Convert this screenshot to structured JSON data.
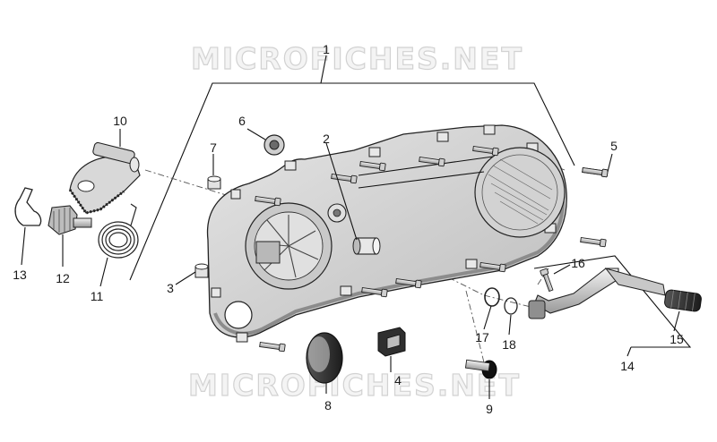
{
  "watermark": {
    "text": "MICROFICHES.NET"
  },
  "callouts": [
    {
      "id": "1",
      "label": "1"
    },
    {
      "id": "2",
      "label": "2"
    },
    {
      "id": "3",
      "label": "3"
    },
    {
      "id": "4",
      "label": "4"
    },
    {
      "id": "5",
      "label": "5"
    },
    {
      "id": "6",
      "label": "6"
    },
    {
      "id": "7",
      "label": "7"
    },
    {
      "id": "8",
      "label": "8"
    },
    {
      "id": "9",
      "label": "9"
    },
    {
      "id": "10",
      "label": "10"
    },
    {
      "id": "11",
      "label": "11"
    },
    {
      "id": "12",
      "label": "12"
    },
    {
      "id": "13",
      "label": "13"
    },
    {
      "id": "14",
      "label": "14"
    },
    {
      "id": "15",
      "label": "15"
    },
    {
      "id": "16",
      "label": "16"
    },
    {
      "id": "17",
      "label": "17"
    },
    {
      "id": "18",
      "label": "18"
    }
  ],
  "colors": {
    "cover_fill": "#d6d6d6",
    "cover_shadow": "#a9a9a9",
    "metal": "#c4c4c4",
    "dark": "#2b2b2b",
    "watermark_stroke": "#d2d2d2"
  }
}
